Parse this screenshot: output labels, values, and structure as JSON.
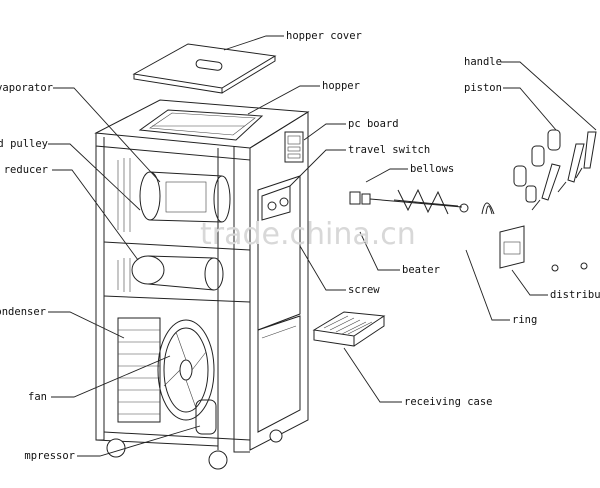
{
  "labels": {
    "hopper_cover": "hopper cover",
    "hopper": "hopper",
    "pc_board": "pc board",
    "travel_switch": "travel switch",
    "bellows": "bellows",
    "beater": "beater",
    "screw": "screw",
    "receiving_case": "receiving case",
    "evaporator": "evaporator",
    "pulley": "d pulley",
    "reducer": "reducer",
    "condenser": "condenser",
    "fan": "fan",
    "compressor": "mpressor",
    "handle": "handle",
    "piston": "piston",
    "ring": "ring",
    "distributor": "distribu"
  },
  "watermark": "trade.china.cn"
}
